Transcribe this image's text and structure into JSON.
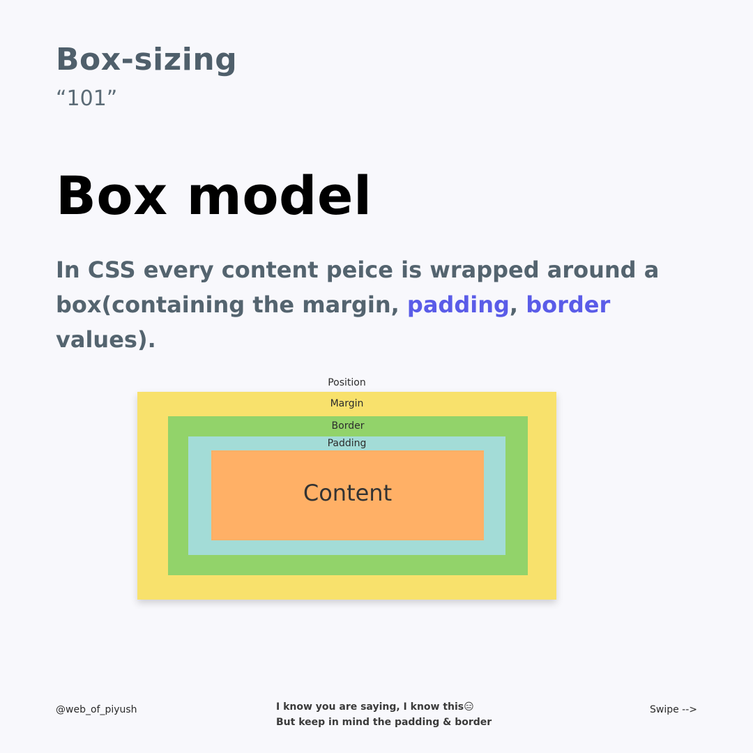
{
  "header": {
    "title": "Box-sizing",
    "subtitle": "“101”"
  },
  "main": {
    "heading": "Box model",
    "description": {
      "part1": "In CSS every content peice is wrapped around a box(containing the margin, ",
      "highlight1": "padding",
      "part2": ", ",
      "highlight2": "border",
      "part3": " values)."
    },
    "highlight_color": "#5a5ce8"
  },
  "diagram": {
    "caption": "Position",
    "margin_label": "Margin",
    "border_label": "Border",
    "padding_label": "Padding",
    "content_label": "Content",
    "colors": {
      "margin": "#f8e16c",
      "border": "#92d36a",
      "padding": "#a3dcd7",
      "content": "#ffb066"
    }
  },
  "footer": {
    "handle": "@web_of_piyush",
    "note_line1": "I know you are saying, I know this😑",
    "note_line2": "But keep in mind the padding & border",
    "swipe": "Swipe -->"
  }
}
